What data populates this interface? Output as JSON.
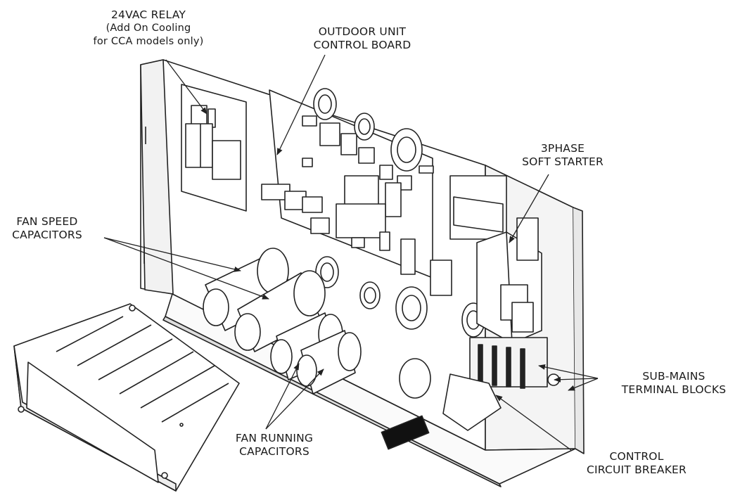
{
  "labels": {
    "relay": {
      "line1": "24VAC RELAY",
      "line2": "(Add On Cooling",
      "line3": "for CCA models only)"
    },
    "board": {
      "line1": "OUTDOOR UNIT",
      "line2": "CONTROL BOARD"
    },
    "starter": {
      "line1": "3PHASE",
      "line2": "SOFT STARTER"
    },
    "fan_speed": {
      "line1": "FAN SPEED",
      "line2": "CAPACITORS"
    },
    "sub_mains": {
      "line1": "SUB-MAINS",
      "line2": "TERMINAL BLOCKS"
    },
    "fan_running": {
      "line1": "FAN RUNNING",
      "line2": "CAPACITORS"
    },
    "breaker": {
      "line1": "CONTROL",
      "line2": "CIRCUIT BREAKER"
    }
  },
  "colors": {
    "line": "#222222",
    "fill": "#ffffff",
    "shade": "#e6e6e6"
  }
}
